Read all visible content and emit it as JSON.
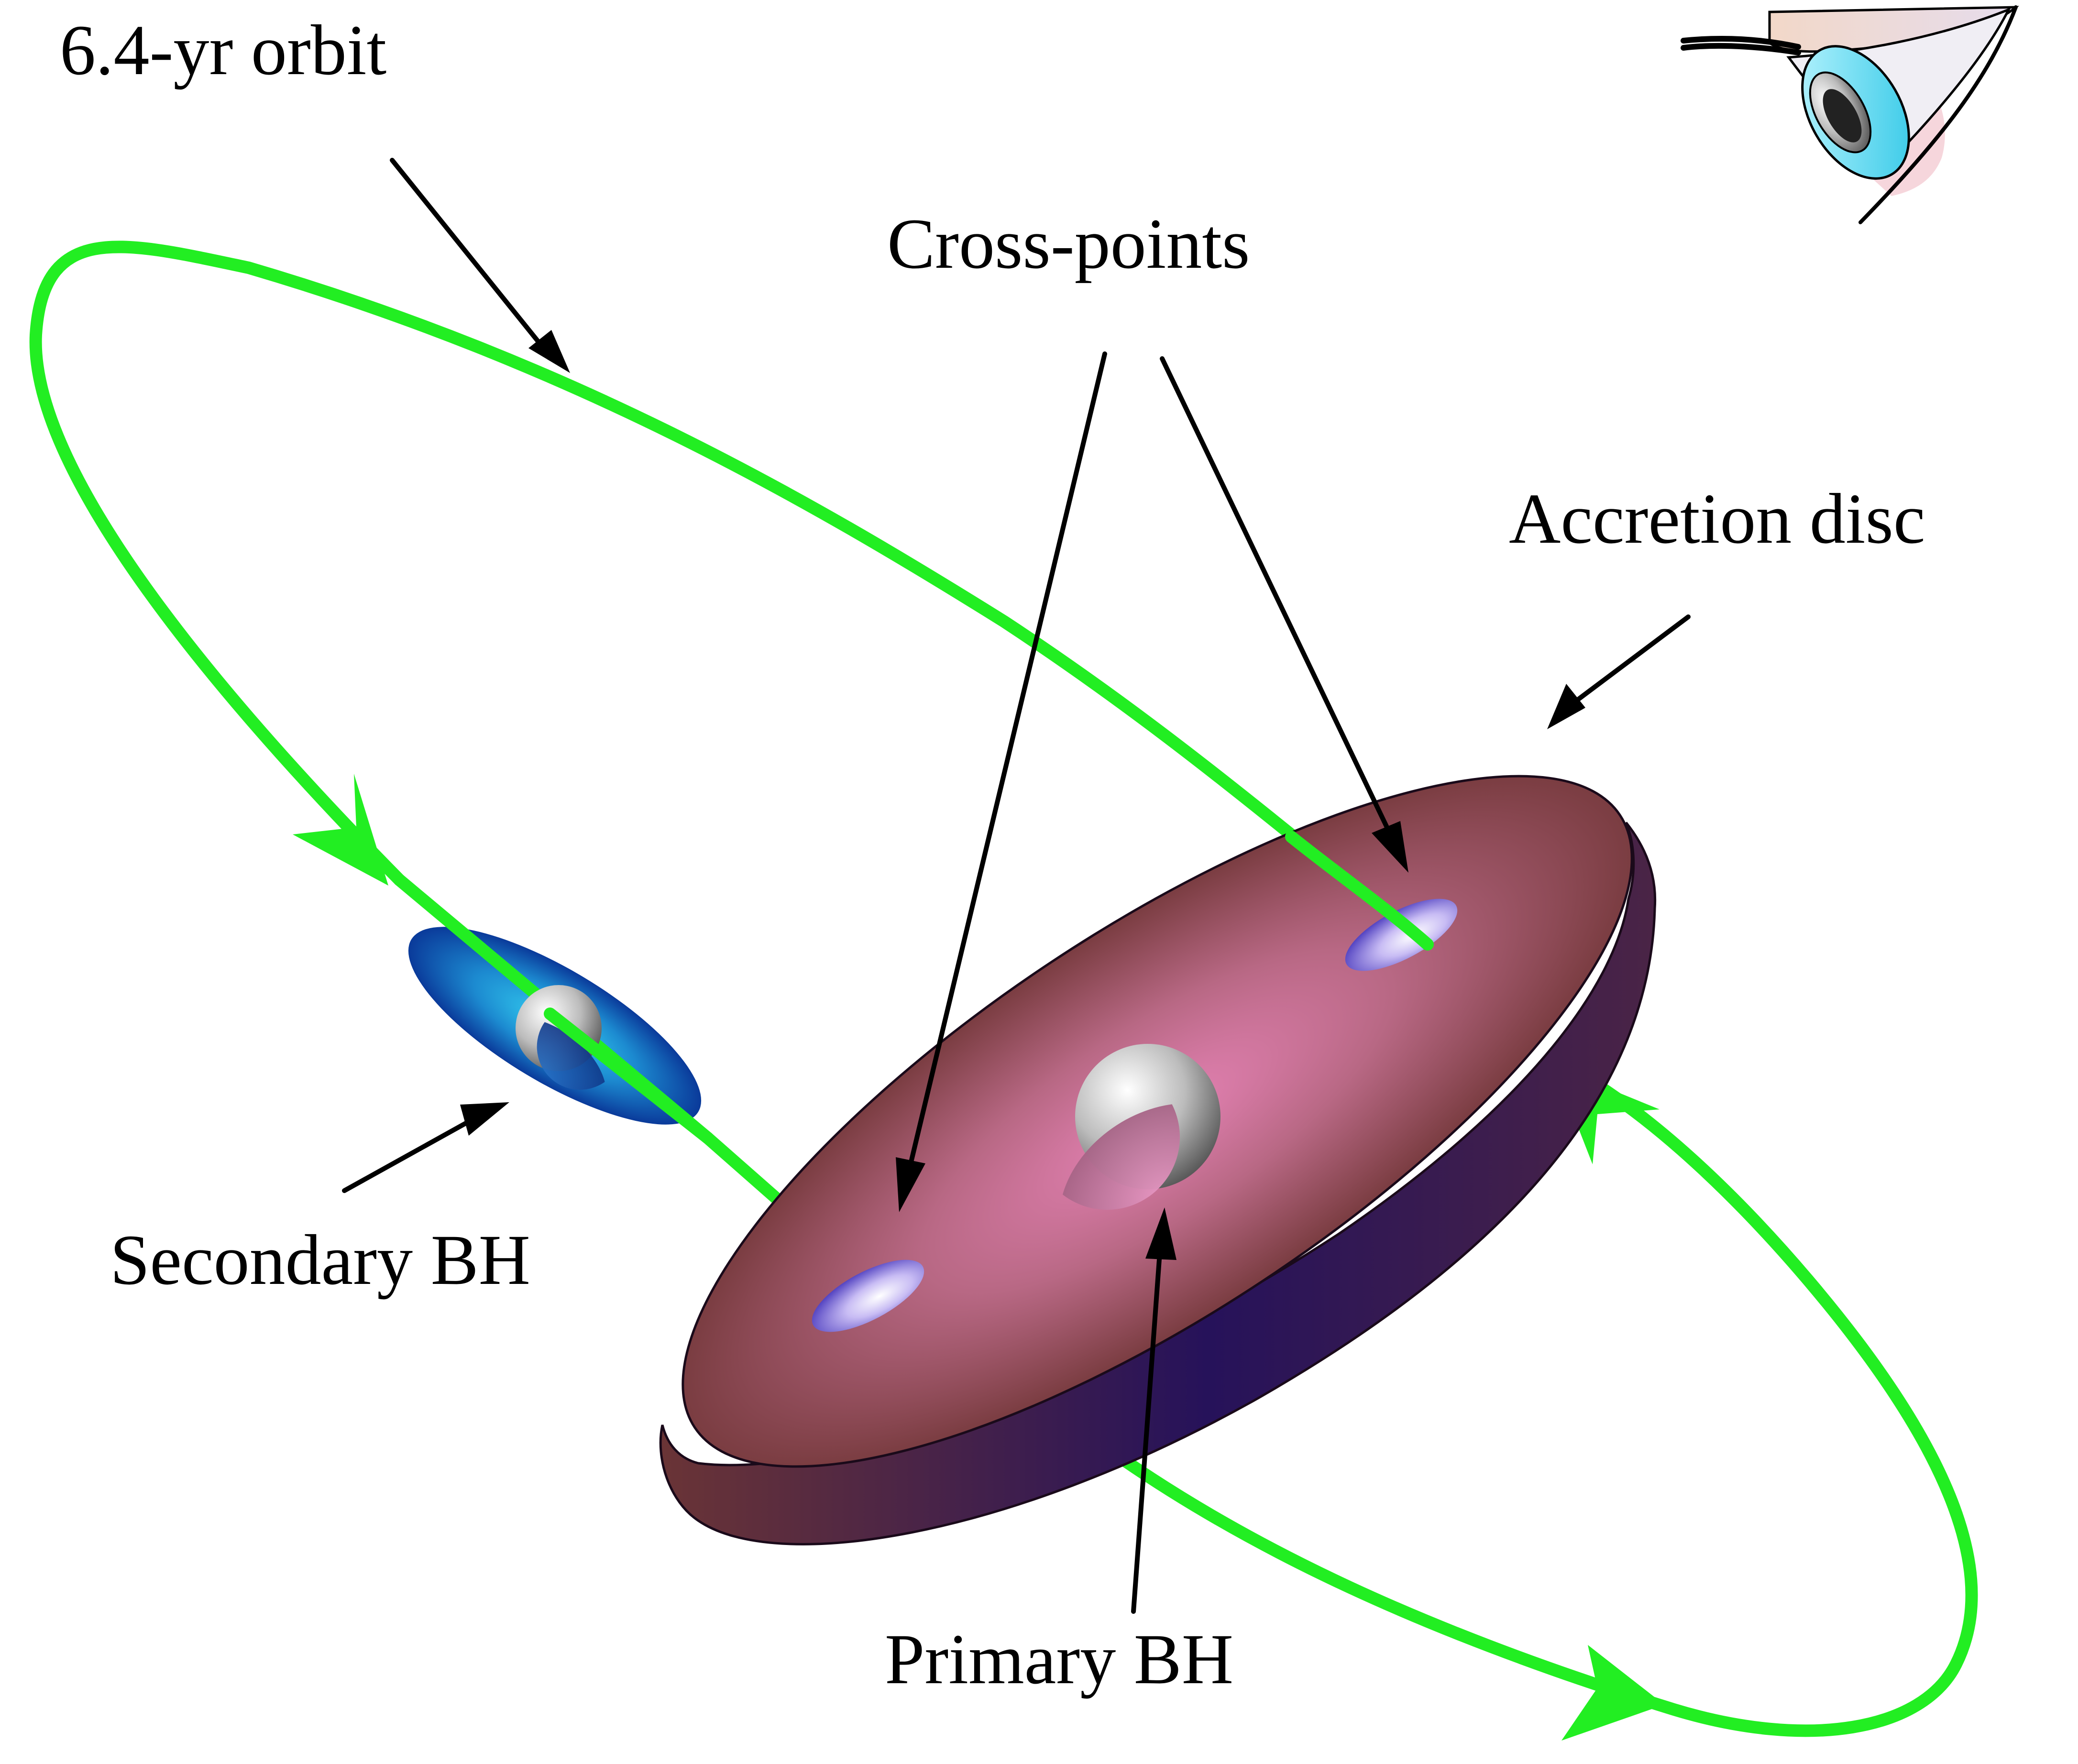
{
  "labels": {
    "orbit": "6.4-yr orbit",
    "cross_points": "Cross-points",
    "accretion_disc": "Accretion disc",
    "secondary_bh": "Secondary BH",
    "primary_bh": "Primary BH"
  },
  "colors": {
    "orbit": "#22ee22",
    "arrow": "#000000",
    "disc_top_edge": "#6e3434",
    "disc_top_center": "#e07aae",
    "disc_side_dark": "#2a1450",
    "disc_side_light": "#6e3434",
    "secondary_disc_outer": "#0a3a9a",
    "secondary_disc_inner": "#29c8ee",
    "hole_light": "#f2eeff",
    "hole_dark": "#5a46c8",
    "bh_light": "#ffffff",
    "bh_dark": "#6a6a6a"
  },
  "icons": {
    "observer": "eye-icon"
  }
}
